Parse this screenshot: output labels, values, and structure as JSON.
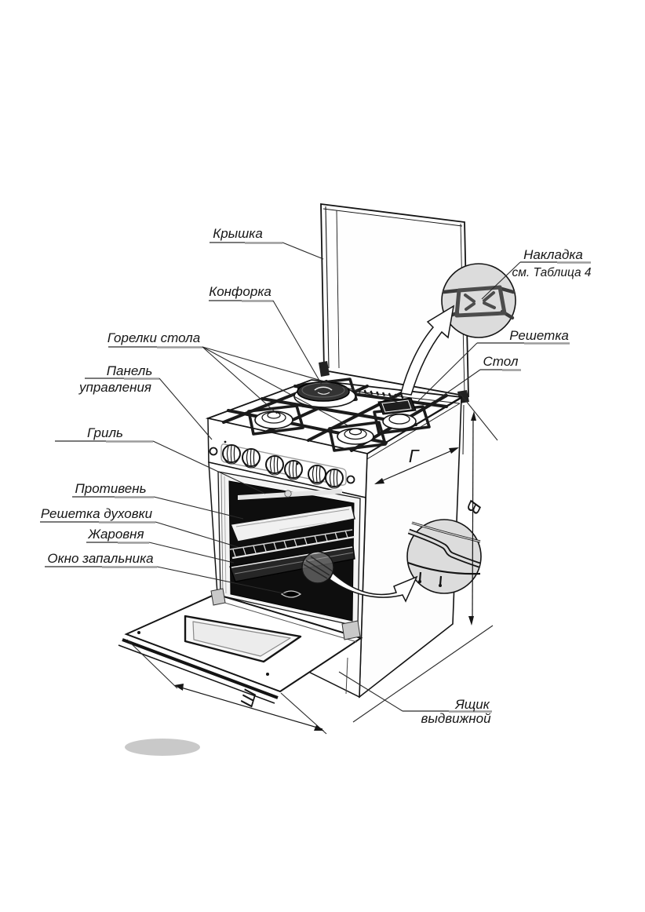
{
  "diagram": {
    "title_hint": "gas stove parts diagram",
    "labels": {
      "lid": "Крышка",
      "burner_cover": "Конфорка",
      "table_burners": "Горелки стола",
      "control_panel_1": "Панель",
      "control_panel_2": "управления",
      "grill": "Гриль",
      "baking_tray": "Противень",
      "oven_rack": "Решетка духовки",
      "roasting_pan": "Жаровня",
      "igniter_window": "Окно запальника",
      "overlay_plate": "Накладка",
      "overlay_note": "см. Таблица 4",
      "grate": "Решетка",
      "table": "Стол",
      "drawer_1": "Ящик",
      "drawer_2": "выдвижной"
    },
    "dimensions": {
      "depth": "Г",
      "height": "В",
      "width": "Ш"
    },
    "colors": {
      "line": "#161616",
      "detail_circle_fill": "#dcdcdc",
      "shadow": "#c9c9c9",
      "burner_cover_fill": "#333333",
      "paper": "#ffffff"
    }
  }
}
